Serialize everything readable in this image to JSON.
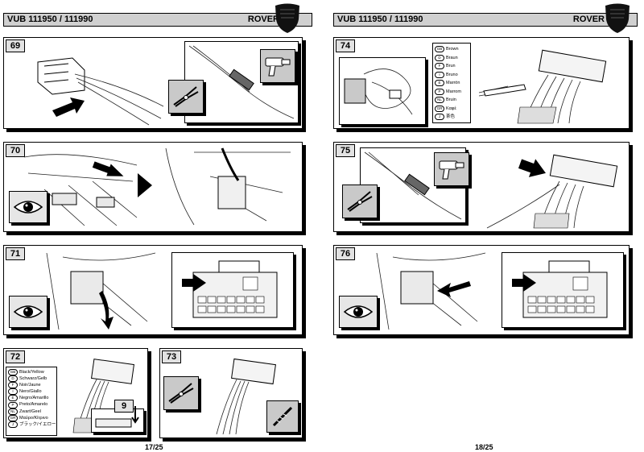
{
  "left_page": {
    "header": {
      "ref": "VUB 111950 / 111990",
      "brand": "ROVER"
    },
    "page_number": "17/25",
    "steps": [
      {
        "number": "69"
      },
      {
        "number": "70"
      },
      {
        "number": "71"
      },
      {
        "number": "72",
        "legend": [
          "Black/Yellow",
          "Schwarz/Gelb",
          "Noir/Jaune",
          "Nero/Giallo",
          "Negro/Amarillo",
          "Preto/Amarelo",
          "Zwart/Geel",
          "Μαύρο/Κίτρινο",
          "ブラック/イエロー"
        ],
        "legend_codes": [
          "GB",
          "D",
          "F",
          "I",
          "E",
          "P",
          "NL",
          "GR",
          "J"
        ],
        "inset_number": "9"
      },
      {
        "number": "73"
      }
    ]
  },
  "right_page": {
    "header": {
      "ref": "VUB 111950 / 111990",
      "brand": "ROVER"
    },
    "page_number": "18/25",
    "steps": [
      {
        "number": "74",
        "legend": [
          "Brown",
          "Braun",
          "Brun",
          "Bruno",
          "Marrón",
          "Marrom",
          "Bruin",
          "Καφέ",
          "茶色"
        ],
        "legend_codes": [
          "GB",
          "D",
          "F",
          "I",
          "E",
          "P",
          "NL",
          "GR",
          "J"
        ]
      },
      {
        "number": "75"
      },
      {
        "number": "76"
      }
    ]
  },
  "icons": {
    "eye": "eye-icon",
    "arrow": "arrow-icon",
    "pliers": "crimping-pliers-icon",
    "heat_gun": "heat-gun-icon",
    "drill": "drill-bit-icon",
    "shield": "rover-shield-icon"
  }
}
